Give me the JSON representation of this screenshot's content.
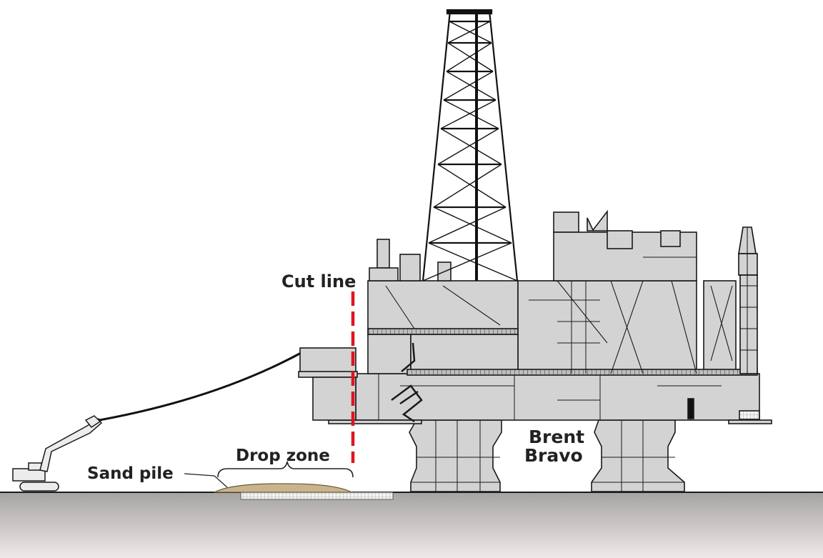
{
  "labels": {
    "cut_line": "Cut line",
    "drop_zone": "Drop zone",
    "sand_pile": "Sand pile",
    "platform_line1": "Brent",
    "platform_line2": "Bravo"
  },
  "colors": {
    "structure_fill": "#d3d3d3",
    "structure_stroke": "#1a1a1a",
    "cut_line": "#e0141e",
    "sand": "#c9b48d",
    "seabed_top": "#a6a3a3",
    "seabed_bottom": "#f0e9e9",
    "text": "#222222"
  },
  "icons": [
    "excavator-icon",
    "oil-platform-icon",
    "derrick-icon",
    "flare-boom-icon"
  ]
}
